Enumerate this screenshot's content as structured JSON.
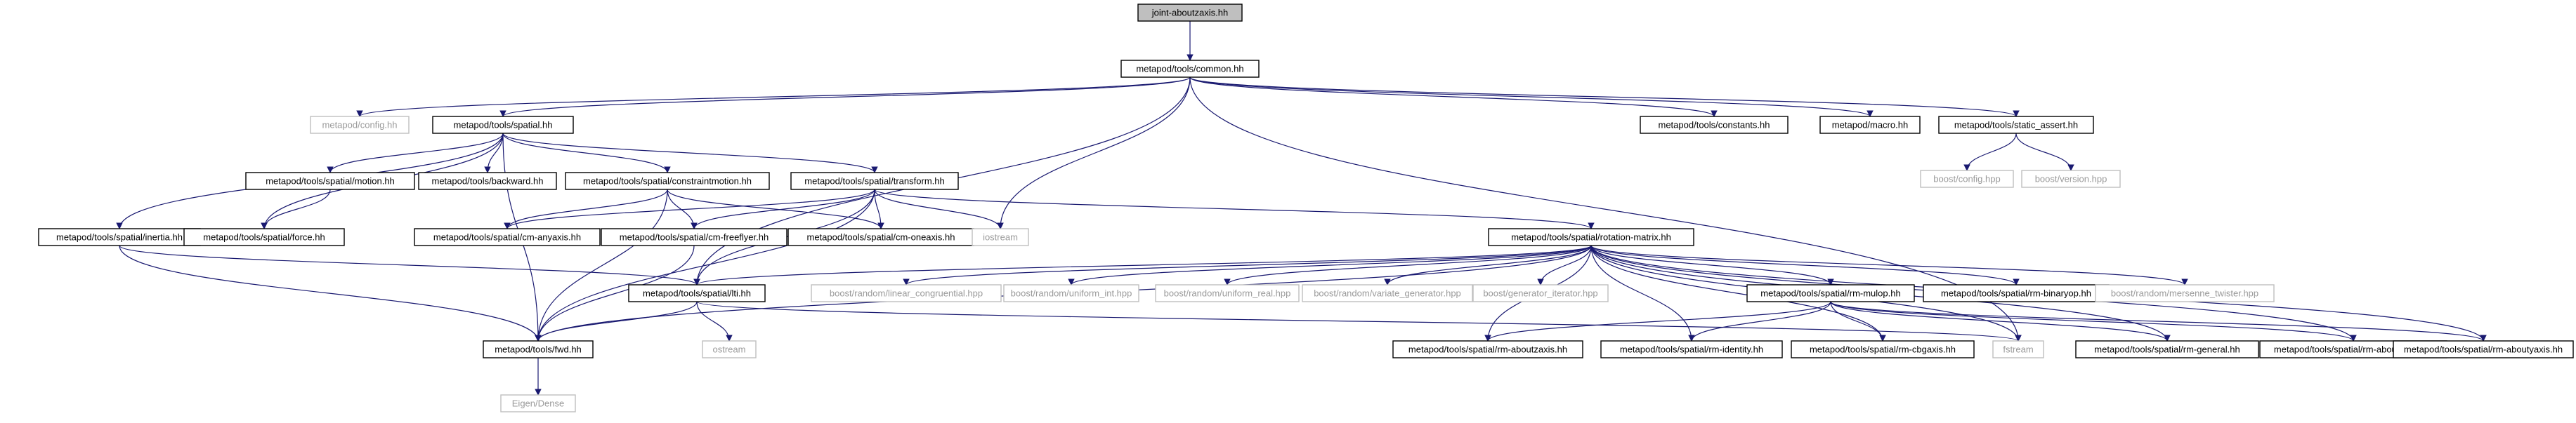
{
  "colors": {
    "background": "#ffffff",
    "edge": "#191970",
    "node_border": "#000000",
    "root_fill": "#bfbfbf",
    "documented_text": "#000000",
    "external_text": "#9a9a9a",
    "external_border": "#bfbfbf"
  },
  "nodes": [
    {
      "id": "root",
      "label": "joint-aboutzaxis.hh",
      "kind": "root"
    },
    {
      "id": "common",
      "label": "metapod/tools/common.hh",
      "kind": "doc"
    },
    {
      "id": "config",
      "label": "metapod/config.hh",
      "kind": "ext"
    },
    {
      "id": "spatial",
      "label": "metapod/tools/spatial.hh",
      "kind": "doc"
    },
    {
      "id": "constants",
      "label": "metapod/tools/constants.hh",
      "kind": "doc"
    },
    {
      "id": "macro",
      "label": "metapod/macro.hh",
      "kind": "doc"
    },
    {
      "id": "static_assert",
      "label": "metapod/tools/static_assert.hh",
      "kind": "doc"
    },
    {
      "id": "boost_config",
      "label": "boost/config.hpp",
      "kind": "ext"
    },
    {
      "id": "boost_version",
      "label": "boost/version.hpp",
      "kind": "ext"
    },
    {
      "id": "motion",
      "label": "metapod/tools/spatial/motion.hh",
      "kind": "doc"
    },
    {
      "id": "backward",
      "label": "metapod/tools/backward.hh",
      "kind": "doc"
    },
    {
      "id": "constraintmotion",
      "label": "metapod/tools/spatial/constraintmotion.hh",
      "kind": "doc"
    },
    {
      "id": "transform",
      "label": "metapod/tools/spatial/transform.hh",
      "kind": "doc"
    },
    {
      "id": "inertia",
      "label": "metapod/tools/spatial/inertia.hh",
      "kind": "doc"
    },
    {
      "id": "force",
      "label": "metapod/tools/spatial/force.hh",
      "kind": "doc"
    },
    {
      "id": "cm_anyaxis",
      "label": "metapod/tools/spatial/cm-anyaxis.hh",
      "kind": "doc"
    },
    {
      "id": "cm_freeflyer",
      "label": "metapod/tools/spatial/cm-freeflyer.hh",
      "kind": "doc"
    },
    {
      "id": "cm_oneaxis",
      "label": "metapod/tools/spatial/cm-oneaxis.hh",
      "kind": "doc"
    },
    {
      "id": "iostream",
      "label": "iostream",
      "kind": "ext"
    },
    {
      "id": "rotation_matrix",
      "label": "metapod/tools/spatial/rotation-matrix.hh",
      "kind": "doc"
    },
    {
      "id": "lti",
      "label": "metapod/tools/spatial/lti.hh",
      "kind": "doc"
    },
    {
      "id": "lin_cong",
      "label": "boost/random/linear_congruential.hpp",
      "kind": "ext"
    },
    {
      "id": "uniform_int",
      "label": "boost/random/uniform_int.hpp",
      "kind": "ext"
    },
    {
      "id": "uniform_real",
      "label": "boost/random/uniform_real.hpp",
      "kind": "ext"
    },
    {
      "id": "variate_gen",
      "label": "boost/random/variate_generator.hpp",
      "kind": "ext"
    },
    {
      "id": "gen_iter",
      "label": "boost/generator_iterator.hpp",
      "kind": "ext"
    },
    {
      "id": "rm_mulop",
      "label": "metapod/tools/spatial/rm-mulop.hh",
      "kind": "doc"
    },
    {
      "id": "rm_binaryop",
      "label": "metapod/tools/spatial/rm-binaryop.hh",
      "kind": "doc"
    },
    {
      "id": "mersenne",
      "label": "boost/random/mersenne_twister.hpp",
      "kind": "ext"
    },
    {
      "id": "fwd",
      "label": "metapod/tools/fwd.hh",
      "kind": "doc"
    },
    {
      "id": "ostream",
      "label": "ostream",
      "kind": "ext"
    },
    {
      "id": "rm_aboutzaxis",
      "label": "metapod/tools/spatial/rm-aboutzaxis.hh",
      "kind": "doc"
    },
    {
      "id": "rm_identity",
      "label": "metapod/tools/spatial/rm-identity.hh",
      "kind": "doc"
    },
    {
      "id": "rm_cbgaxis",
      "label": "metapod/tools/spatial/rm-cbgaxis.hh",
      "kind": "doc"
    },
    {
      "id": "fstream",
      "label": "fstream",
      "kind": "ext"
    },
    {
      "id": "rm_general",
      "label": "metapod/tools/spatial/rm-general.hh",
      "kind": "doc"
    },
    {
      "id": "rm_aboutxaxis",
      "label": "metapod/tools/spatial/rm-aboutxaxis.hh",
      "kind": "doc"
    },
    {
      "id": "rm_aboutyaxis",
      "label": "metapod/tools/spatial/rm-aboutyaxis.hh",
      "kind": "doc"
    },
    {
      "id": "eigen",
      "label": "Eigen/Dense",
      "kind": "ext"
    }
  ],
  "edges": [
    [
      "root",
      "common"
    ],
    [
      "common",
      "config"
    ],
    [
      "common",
      "spatial"
    ],
    [
      "common",
      "constants"
    ],
    [
      "common",
      "macro"
    ],
    [
      "common",
      "static_assert"
    ],
    [
      "common",
      "iostream"
    ],
    [
      "common",
      "lti"
    ],
    [
      "common",
      "fstream"
    ],
    [
      "static_assert",
      "boost_config"
    ],
    [
      "static_assert",
      "boost_version"
    ],
    [
      "spatial",
      "motion"
    ],
    [
      "spatial",
      "backward"
    ],
    [
      "spatial",
      "constraintmotion"
    ],
    [
      "spatial",
      "transform"
    ],
    [
      "spatial",
      "inertia"
    ],
    [
      "spatial",
      "force"
    ],
    [
      "spatial",
      "fwd"
    ],
    [
      "motion",
      "force"
    ],
    [
      "constraintmotion",
      "cm_anyaxis"
    ],
    [
      "constraintmotion",
      "cm_freeflyer"
    ],
    [
      "constraintmotion",
      "cm_oneaxis"
    ],
    [
      "constraintmotion",
      "fwd"
    ],
    [
      "transform",
      "cm_anyaxis"
    ],
    [
      "transform",
      "cm_freeflyer"
    ],
    [
      "transform",
      "cm_oneaxis"
    ],
    [
      "transform",
      "iostream"
    ],
    [
      "transform",
      "rotation_matrix"
    ],
    [
      "transform",
      "fwd"
    ],
    [
      "transform",
      "lti"
    ],
    [
      "inertia",
      "lti"
    ],
    [
      "inertia",
      "fwd"
    ],
    [
      "cm_freeflyer",
      "fwd"
    ],
    [
      "rotation_matrix",
      "lti"
    ],
    [
      "rotation_matrix",
      "fwd"
    ],
    [
      "rotation_matrix",
      "lin_cong"
    ],
    [
      "rotation_matrix",
      "uniform_int"
    ],
    [
      "rotation_matrix",
      "uniform_real"
    ],
    [
      "rotation_matrix",
      "variate_gen"
    ],
    [
      "rotation_matrix",
      "gen_iter"
    ],
    [
      "rotation_matrix",
      "rm_mulop"
    ],
    [
      "rotation_matrix",
      "rm_binaryop"
    ],
    [
      "rotation_matrix",
      "mersenne"
    ],
    [
      "rotation_matrix",
      "rm_aboutzaxis"
    ],
    [
      "rotation_matrix",
      "rm_identity"
    ],
    [
      "rotation_matrix",
      "rm_cbgaxis"
    ],
    [
      "rotation_matrix",
      "rm_general"
    ],
    [
      "rotation_matrix",
      "rm_aboutxaxis"
    ],
    [
      "rotation_matrix",
      "rm_aboutyaxis"
    ],
    [
      "rotation_matrix",
      "fstream"
    ],
    [
      "lti",
      "fwd"
    ],
    [
      "lti",
      "ostream"
    ],
    [
      "lti",
      "fstream"
    ],
    [
      "rm_mulop",
      "rm_aboutzaxis"
    ],
    [
      "rm_mulop",
      "rm_identity"
    ],
    [
      "rm_mulop",
      "rm_cbgaxis"
    ],
    [
      "rm_mulop",
      "rm_general"
    ],
    [
      "rm_mulop",
      "rm_aboutxaxis"
    ],
    [
      "rm_mulop",
      "rm_aboutyaxis"
    ],
    [
      "fwd",
      "eigen"
    ]
  ]
}
